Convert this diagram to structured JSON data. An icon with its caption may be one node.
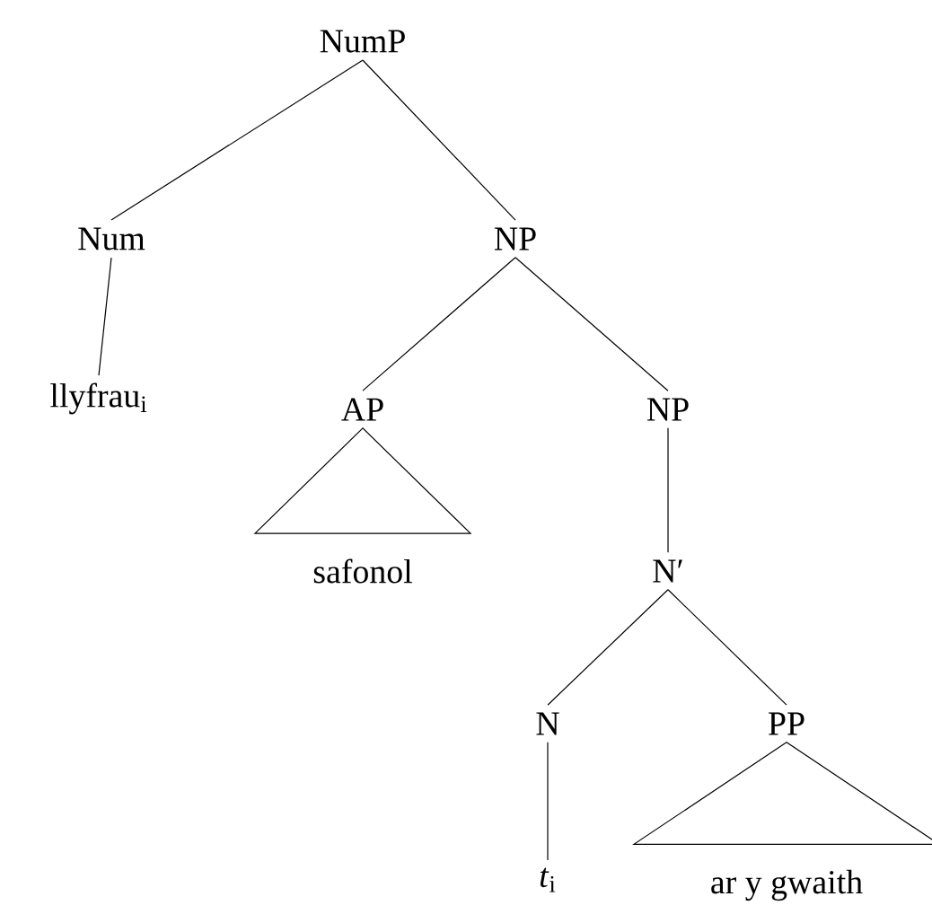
{
  "diagram": {
    "nodes": [
      {
        "text": [
          "NumP"
        ]
      },
      {
        "text": [
          "Num"
        ]
      },
      {
        "text": [
          "NP"
        ]
      },
      {
        "text": [
          "llyfrau$_{i}$"
        ]
      },
      {
        "text": [
          "AP"
        ]
      },
      {
        "text": [
          "NP"
        ]
      },
      {
        "text": [
          "safonol"
        ]
      },
      {
        "text": [
          "N′"
        ]
      },
      {
        "text": [
          "N"
        ]
      },
      {
        "text": [
          "PP"
        ]
      },
      {
        "text": [
          "*t*$_{i}$"
        ]
      },
      {
        "text": [
          "ar y gwaith"
        ]
      }
    ],
    "edges": [
      {
        "from": 0,
        "to": 1,
        "arrow": "none"
      },
      {
        "from": 0,
        "to": 2,
        "arrow": "none"
      },
      {
        "from": 1,
        "to": 3,
        "arrow": "none"
      },
      {
        "from": 2,
        "to": 4,
        "arrow": "none"
      },
      {
        "from": 2,
        "to": 5,
        "arrow": "none"
      },
      {
        "from": 4,
        "to": 6,
        "arrow": "none"
      },
      {
        "from": 5,
        "to": 7,
        "arrow": "none"
      },
      {
        "from": 7,
        "to": 8,
        "arrow": "none"
      },
      {
        "from": 7,
        "to": 9,
        "arrow": "none"
      },
      {
        "from": 8,
        "to": 10,
        "arrow": "none"
      },
      {
        "from": 9,
        "to": 11,
        "arrow": "none"
      }
    ]
  }
}
